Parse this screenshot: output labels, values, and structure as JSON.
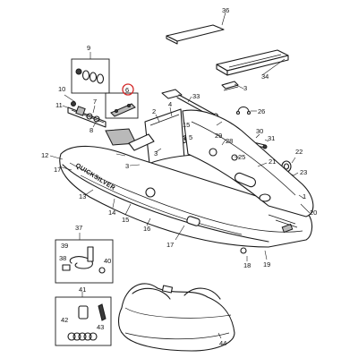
{
  "diagram": {
    "brand_label": "QUICKSILVER",
    "highlight_color": "#d42a2a",
    "callouts": {
      "c1": "1",
      "c2": "2",
      "c3": "3",
      "c4": "4",
      "c5": "5",
      "c6": "6",
      "c7": "7",
      "c8": "8",
      "c9": "9",
      "c10": "10",
      "c11": "11",
      "c12": "12",
      "c13": "13",
      "c14": "14",
      "c15": "15",
      "c16": "16",
      "c17a": "17",
      "c17b": "17",
      "c18": "18",
      "c19": "19",
      "c20": "20",
      "c21": "21",
      "c22": "22",
      "c23": "23",
      "c25": "25",
      "c26": "26",
      "c28": "28",
      "c29": "29",
      "c30": "30",
      "c31": "31",
      "c33": "33",
      "c34": "34",
      "c36": "36",
      "c37": "37",
      "c38": "38",
      "c39": "39",
      "c40": "40",
      "c41": "41",
      "c42": "42",
      "c43": "43",
      "c44": "44",
      "c3b": "3"
    }
  }
}
